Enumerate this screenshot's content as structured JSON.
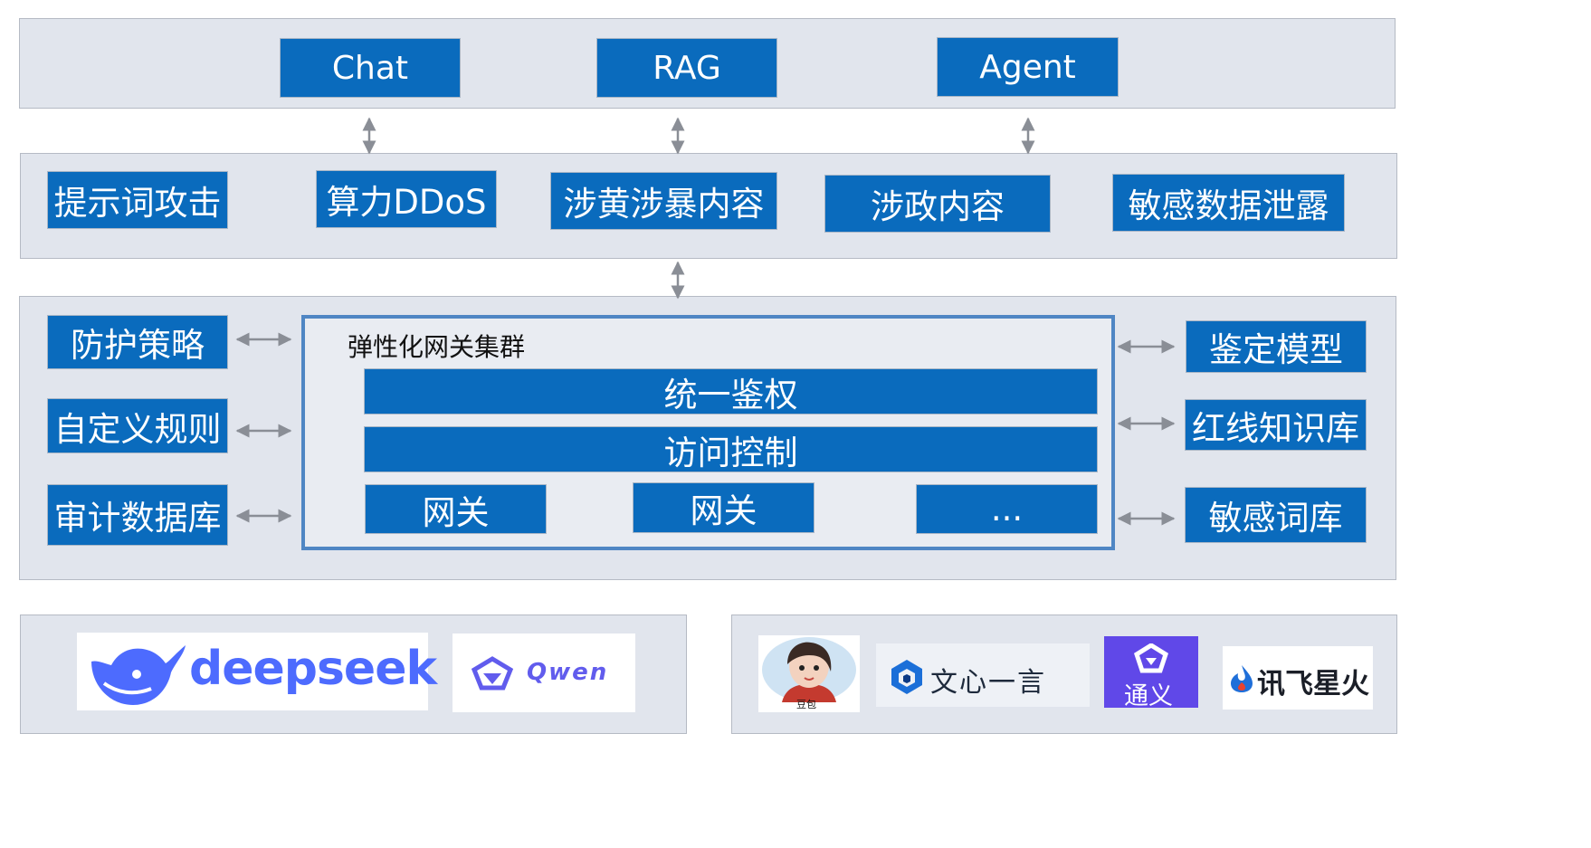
{
  "apps": {
    "chat": "Chat",
    "rag": "RAG",
    "agent": "Agent"
  },
  "threats": {
    "prompt_attack": "提示词攻击",
    "compute_ddos": "算力DDoS",
    "porn_violence": "涉黄涉暴内容",
    "political": "涉政内容",
    "data_leak": "敏感数据泄露"
  },
  "left_modules": {
    "policy": "防护策略",
    "custom_rules": "自定义规则",
    "audit_db": "审计数据库"
  },
  "cluster": {
    "label": "弹性化网关集群",
    "auth": "统一鉴权",
    "access": "访问控制",
    "gateway1": "网关",
    "gateway2": "网关",
    "more": "..."
  },
  "right_modules": {
    "model": "鉴定模型",
    "redline_kb": "红线知识库",
    "sensitive_dict": "敏感词库"
  },
  "models_open": {
    "deepseek": "deepseek",
    "qwen": "Qwen"
  },
  "models_commercial": {
    "doubao": "豆包",
    "wenxin": "文心一言",
    "tongyi": "通义",
    "xunfei": "讯飞星火"
  },
  "colors": {
    "box_blue": "#0a6bbd",
    "layer_gray": "#e1e5ed",
    "cluster_border": "#4f86c4",
    "deepseek_blue": "#4d6bfe",
    "qwen_purple": "#615ced",
    "tongyi_purple": "#6048e8"
  }
}
